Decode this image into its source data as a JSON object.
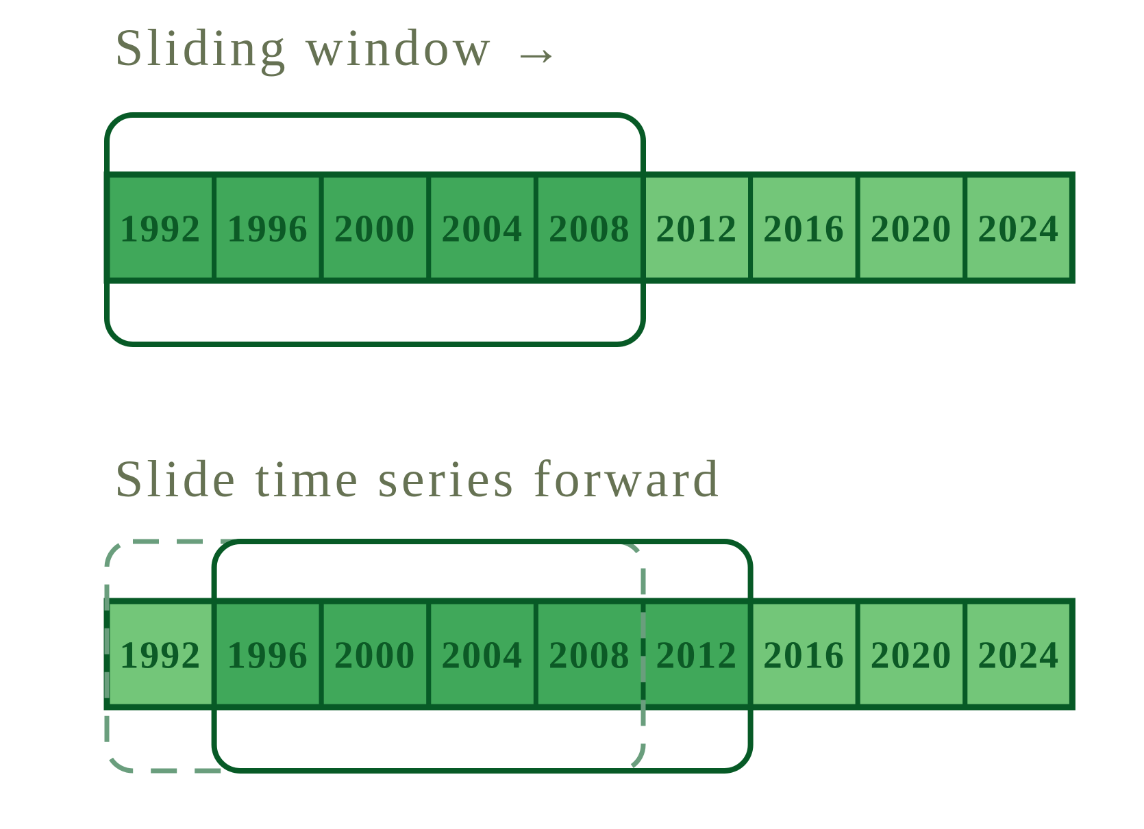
{
  "headings": {
    "sliding_window": "Sliding window →",
    "slide_forward": "Slide time series forward"
  },
  "colors": {
    "window_fill": "#40a85a",
    "other_fill": "#73c679",
    "border": "#075a26",
    "previous_window": "#6a9e7d",
    "heading_text": "#667253",
    "cell_text": "#0c5a26"
  },
  "rows": [
    {
      "name": "sliding-window",
      "years": [
        "1992",
        "1996",
        "2000",
        "2004",
        "2008",
        "2012",
        "2016",
        "2020",
        "2024"
      ],
      "window": {
        "start": "1992",
        "end": "2008"
      }
    },
    {
      "name": "slide-forward",
      "years": [
        "1992",
        "1996",
        "2000",
        "2004",
        "2008",
        "2012",
        "2016",
        "2020",
        "2024"
      ],
      "window": {
        "start": "1996",
        "end": "2012"
      },
      "previous_window": {
        "start": "1992",
        "end": "2008"
      }
    }
  ]
}
